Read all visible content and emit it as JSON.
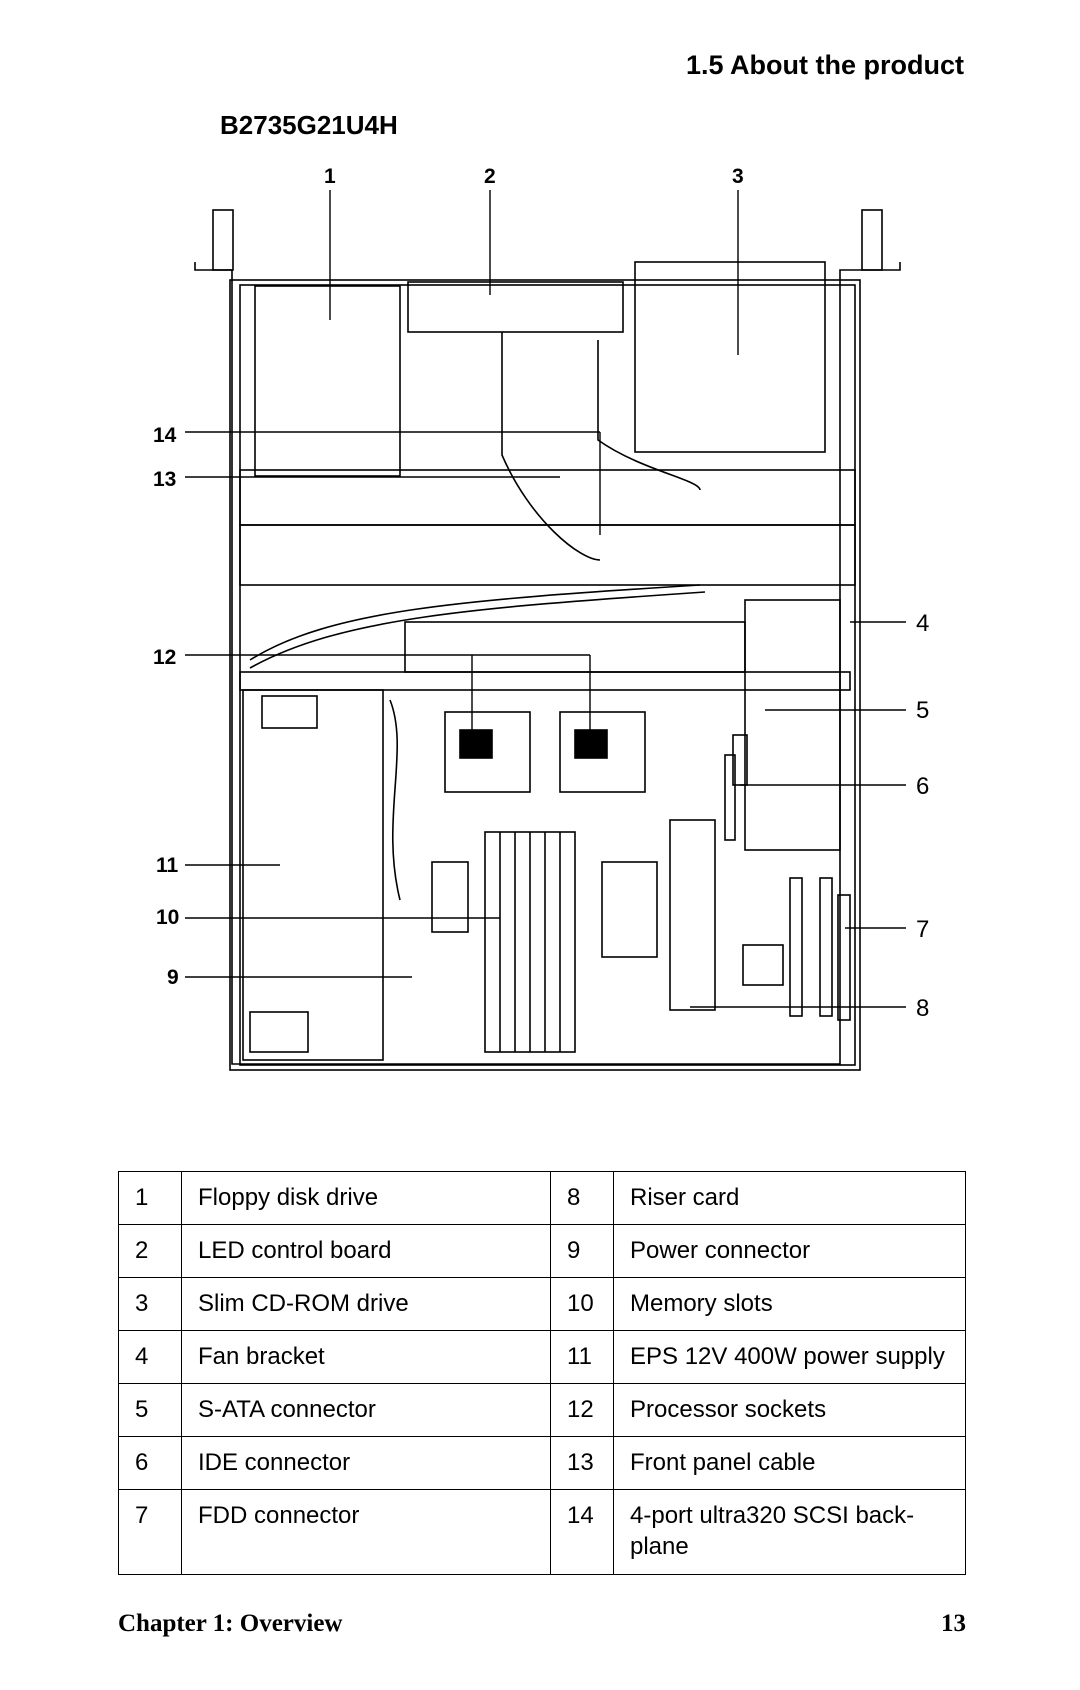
{
  "header": {
    "section_title": "1.5  About the product"
  },
  "model_name": "B2735G21U4H",
  "callouts": [
    "1",
    "2",
    "3",
    "4",
    "5",
    "6",
    "7",
    "8",
    "9",
    "10",
    "11",
    "12",
    "13",
    "14"
  ],
  "legend": [
    {
      "n1": "1",
      "d1": "Floppy disk drive",
      "n2": "8",
      "d2": "Riser card"
    },
    {
      "n1": "2",
      "d1": "LED control board",
      "n2": "9",
      "d2": "Power connector"
    },
    {
      "n1": "3",
      "d1": "Slim CD-ROM drive",
      "n2": "10",
      "d2": "Memory slots"
    },
    {
      "n1": "4",
      "d1": "Fan bracket",
      "n2": "11",
      "d2": "EPS 12V 400W power supply"
    },
    {
      "n1": "5",
      "d1": "S-ATA connector",
      "n2": "12",
      "d2": "Processor sockets"
    },
    {
      "n1": "6",
      "d1": "IDE connector",
      "n2": "13",
      "d2": "Front panel cable"
    },
    {
      "n1": "7",
      "d1": "FDD connector",
      "n2": "14",
      "d2": "4-port ultra320 SCSI back-plane"
    }
  ],
  "footer": {
    "chapter": "Chapter 1: Overview",
    "page": "13"
  }
}
